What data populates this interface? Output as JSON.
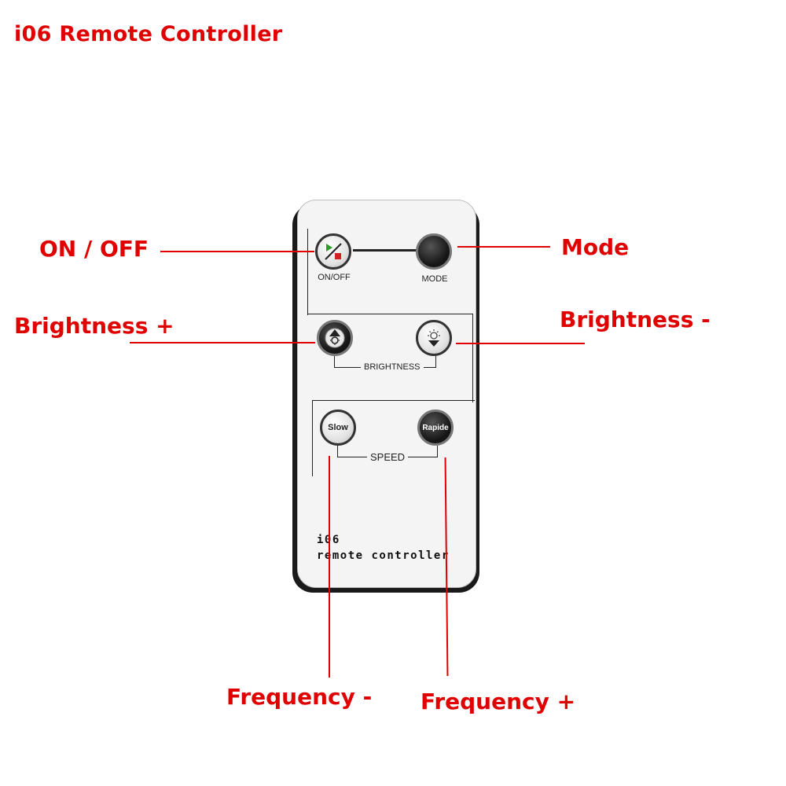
{
  "title": "i06 Remote Controller",
  "callouts": {
    "on_off": "ON / OFF",
    "mode": "Mode",
    "brightness_plus": "Brightness +",
    "brightness_minus": "Brightness -",
    "frequency_minus": "Frequency -",
    "frequency_plus": "Frequency +"
  },
  "remote": {
    "buttons": {
      "on_off": "ON/OFF",
      "mode": "MODE",
      "slow": "Slow",
      "rapide": "Rapide"
    },
    "groups": {
      "brightness": "BRIGHTNESS",
      "speed": "SPEED"
    },
    "brand_line1": "i06",
    "brand_line2": "remote controller"
  },
  "colors": {
    "callout_red": "#e00000",
    "remote_face": "#f4f4f4",
    "remote_edge": "#1a1a1a"
  }
}
